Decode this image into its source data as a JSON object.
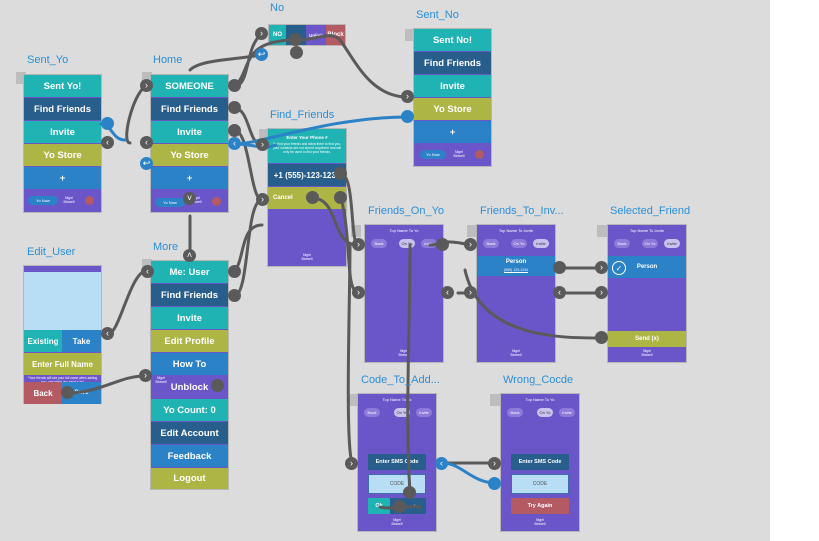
{
  "screens": {
    "no": {
      "title": "No",
      "no_btn": "NO",
      "unlink_text": "Unlink",
      "block_btn": "Block"
    },
    "sent_no": {
      "title": "Sent_No",
      "buttons": [
        "Sent No!",
        "Find Friends",
        "Invite",
        "Yo Store",
        "+"
      ],
      "footer_chip": "Yo Now",
      "footer_name": "Nigel\nBlowell"
    },
    "sent_yo": {
      "title": "Sent_Yo",
      "buttons": [
        "Sent Yo!",
        "Find Friends",
        "Invite",
        "Yo Store",
        "+"
      ],
      "footer_chip": "Yo Now",
      "footer_name": "Nigel\nBlowell"
    },
    "home": {
      "title": "Home",
      "buttons": [
        "SOMEONE",
        "Find Friends",
        "Invite",
        "Yo Store",
        "+"
      ],
      "footer_chip": "Yo Now",
      "footer_name": "Nigel\nBlowell"
    },
    "find_friends": {
      "title": "Find_Friends",
      "heading": "Enter Your Phone #",
      "info": "To find your friends and allow them to find you, your contacts are not stored anywhere and will only be used to find your friends.",
      "phone": "+1 (555)-123-1234",
      "cancel": "Cancel",
      "footer_name": "Nigel\nBlowell"
    },
    "edit_user": {
      "title": "Edit_User",
      "existing": "Existing",
      "take": "Take",
      "name_placeholder": "Enter Full Name",
      "note": "*Your friends will see your full name when adding you, and when you send a Yo!",
      "back": "Back",
      "save": "Save"
    },
    "more": {
      "title": "More",
      "buttons": [
        "Me: User",
        "Find Friends",
        "Invite",
        "Edit Profile",
        "How To",
        "Unblock",
        "Yo Count: 0",
        "Edit Account",
        "Feedback",
        "Logout"
      ],
      "footer_name": "Nigel\nBlowell"
    },
    "friends_on_yo": {
      "title": "Friends_On_Yo",
      "topbar": "Top Name To Yo",
      "back": "Back",
      "on_yo": "On Yo",
      "invite": "Invite",
      "footer_name": "Nigel\nBlowell"
    },
    "friends_to_invite": {
      "title": "Friends_To_Inv...",
      "topbar": "Top Name To Invite",
      "back": "Back",
      "on_yo": "On Yo",
      "invite": "Invite",
      "person": "Person",
      "person_phone": "(555) 123-1234",
      "footer_name": "Nigel\nBlowell"
    },
    "selected_friend": {
      "title": "Selected_Friend",
      "topbar": "Top Name To Invite",
      "back": "Back",
      "on_yo": "On Yo",
      "invite": "Invite",
      "person": "Person",
      "send": "Send (x)",
      "footer_name": "Nigel\nBlowell"
    },
    "code_to_add": {
      "title": "Code_To_Add...",
      "topbar": "Top Name To Yo",
      "back": "Back",
      "on_yo": "On Yo",
      "invite": "Invite",
      "enter_code": "Enter SMS Code",
      "code_placeholder": "CODE",
      "ok": "Ok",
      "cancel": "Cancel",
      "footer_name": "Nigel\nBlowell"
    },
    "wrong_code": {
      "title": "Wrong_Cocde",
      "topbar": "Top Name To Yo",
      "back": "Back",
      "on_yo": "On Yo",
      "invite": "Invite",
      "enter_code": "Enter SMS Code",
      "code_placeholder": "CODE",
      "try_again": "Try Again",
      "footer_name": "Nigel\nBlowell"
    }
  },
  "colors": {
    "canvas": "#dcdcdc",
    "screen_bg": "#6a56c8",
    "teal": "#1fb3b3",
    "navy": "#275e8c",
    "olive": "#adb545",
    "blue": "#2b82c7",
    "red": "#b35a63",
    "wire": "#5a5a5a",
    "wire_active": "#2b82c7",
    "label": "#2a8fd8"
  },
  "icons": {
    "connector": "chevron-right-icon",
    "connector_back": "chevron-left-icon",
    "return": "return-arrow-icon",
    "gear": "gear-icon",
    "check": "check-icon"
  }
}
